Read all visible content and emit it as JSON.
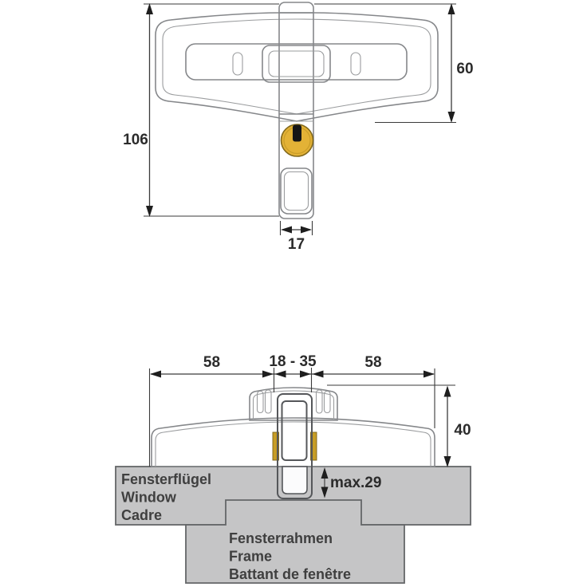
{
  "top_view": {
    "total_height": "106",
    "body_height": "60",
    "bar_width": "17"
  },
  "bottom_view": {
    "left_width": "58",
    "adjust_range": "18 - 35",
    "right_width": "58",
    "height_above_sash": "40",
    "max_depth": "max.29",
    "sash_labels": [
      "Fensterflügel",
      "Window",
      "Cadre"
    ],
    "frame_labels": [
      "Fensterrahmen",
      "Frame",
      "Battant de fenêtre"
    ]
  },
  "colors": {
    "body_fill": "#efeff0",
    "bar_fill": "#f2f2f3",
    "inner_white": "#fbfbfc",
    "slot_fill": "#f4f4f5",
    "diagram_gray": "#c5c5c6",
    "gold": "#c79d25",
    "cylinder_yellow": "#e3b236",
    "keyhole_black": "#161616"
  }
}
